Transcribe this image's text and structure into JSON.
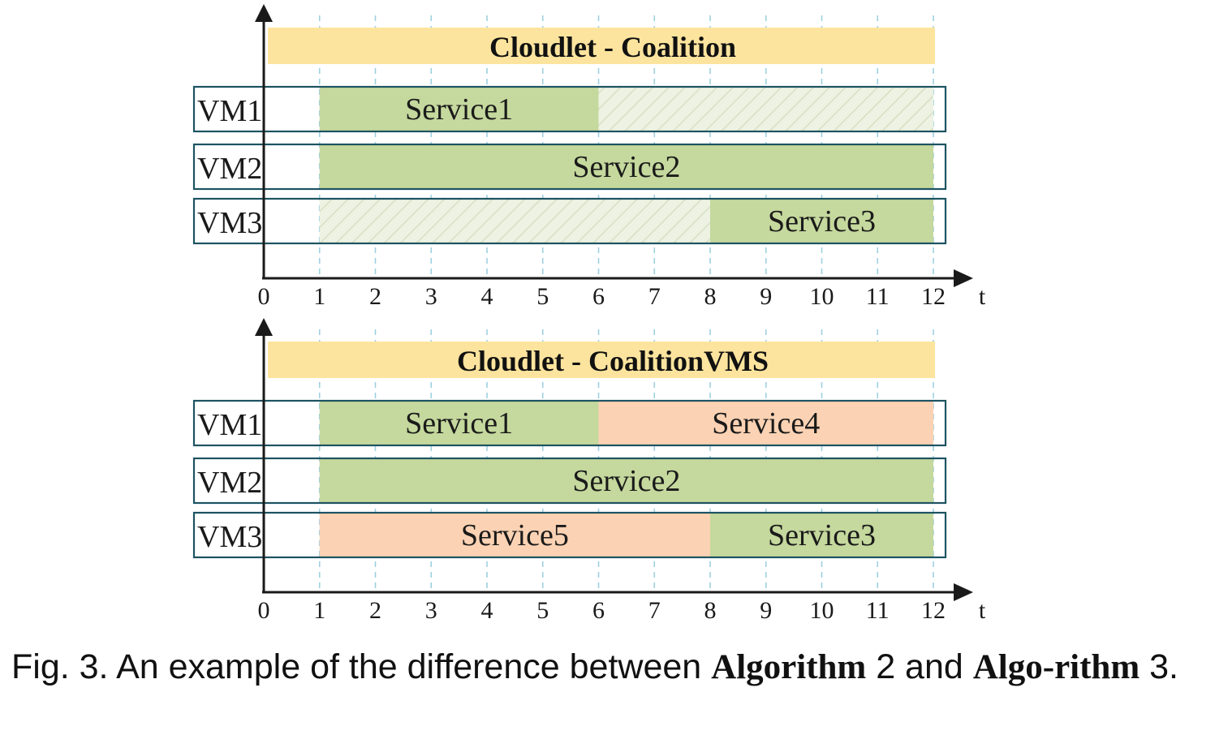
{
  "colors": {
    "header": "#fde49e",
    "service_green": "#c5d89d",
    "service_orange": "#fbd2b3",
    "idle_hatch_bg": "#edf2e2",
    "idle_hatch_line": "#d9e3c8",
    "row_border": "#1d5362",
    "grid": "#9fd0e0",
    "axis": "#1a1a1a"
  },
  "axis": {
    "tick_labels": [
      "0",
      "1",
      "2",
      "3",
      "4",
      "5",
      "6",
      "7",
      "8",
      "9",
      "10",
      "11",
      "12"
    ],
    "t_label": "t"
  },
  "panels": [
    {
      "title": "Cloudlet - Coalition",
      "rows": [
        {
          "label": "VM1",
          "segments": [
            {
              "label": "Service1",
              "start": 1,
              "end": 6,
              "kind": "green"
            },
            {
              "label": "",
              "start": 6,
              "end": 12,
              "kind": "idle"
            }
          ]
        },
        {
          "label": "VM2",
          "segments": [
            {
              "label": "Service2",
              "start": 1,
              "end": 12,
              "kind": "green"
            }
          ]
        },
        {
          "label": "VM3",
          "segments": [
            {
              "label": "",
              "start": 1,
              "end": 8,
              "kind": "idle"
            },
            {
              "label": "Service3",
              "start": 8,
              "end": 12,
              "kind": "green"
            }
          ]
        }
      ]
    },
    {
      "title": "Cloudlet - CoalitionVMS",
      "rows": [
        {
          "label": "VM1",
          "segments": [
            {
              "label": "Service1",
              "start": 1,
              "end": 6,
              "kind": "green"
            },
            {
              "label": "Service4",
              "start": 6,
              "end": 12,
              "kind": "orange"
            }
          ]
        },
        {
          "label": "VM2",
          "segments": [
            {
              "label": "Service2",
              "start": 1,
              "end": 12,
              "kind": "green"
            }
          ]
        },
        {
          "label": "VM3",
          "segments": [
            {
              "label": "Service5",
              "start": 1,
              "end": 8,
              "kind": "orange"
            },
            {
              "label": "Service3",
              "start": 8,
              "end": 12,
              "kind": "green"
            }
          ]
        }
      ]
    }
  ],
  "caption": {
    "prefix": "Fig. 3. An example of the difference between ",
    "bold1": "Algorithm",
    "mid": " 2 and ",
    "bold2": "Algo-rithm",
    "suffix": " 3."
  }
}
